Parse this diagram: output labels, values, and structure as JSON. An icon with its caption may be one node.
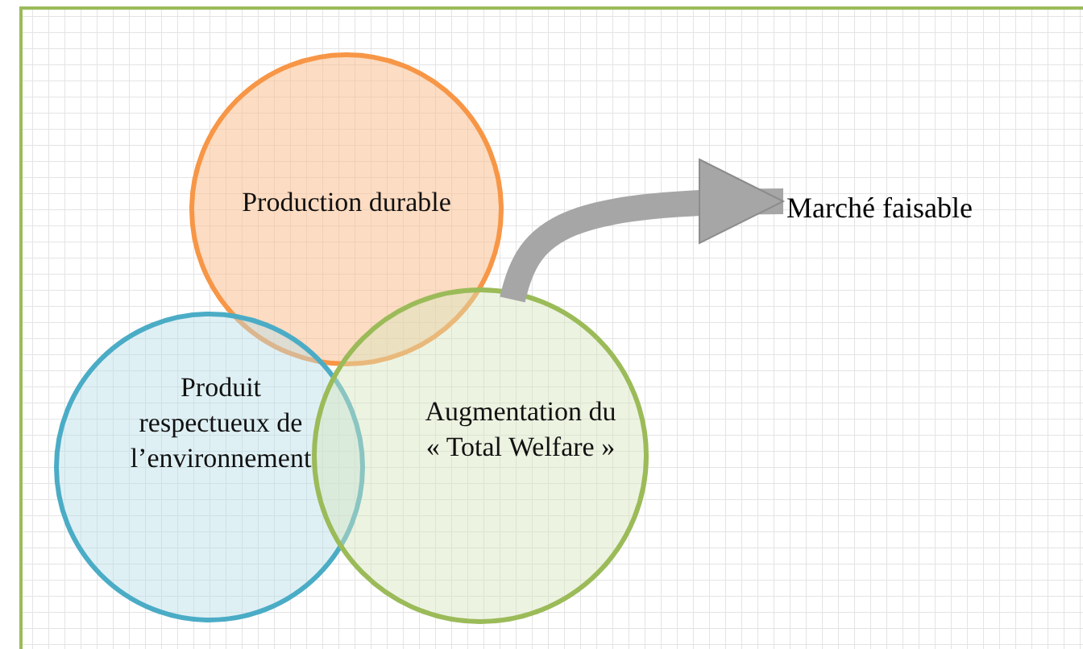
{
  "diagram": {
    "nodes": [
      {
        "text": [
          "Production durable"
        ]
      },
      {
        "text": [
          "Produit respectueux de l’environnement"
        ]
      },
      {
        "text": [
          "Augmentation du « Total Welfare »"
        ]
      },
      {
        "text": [
          "Marché faisable"
        ]
      }
    ],
    "edges": [
      {
        "from": 2,
        "to": 3,
        "arrow": "to",
        "color": "#a6a6a6"
      }
    ]
  }
}
